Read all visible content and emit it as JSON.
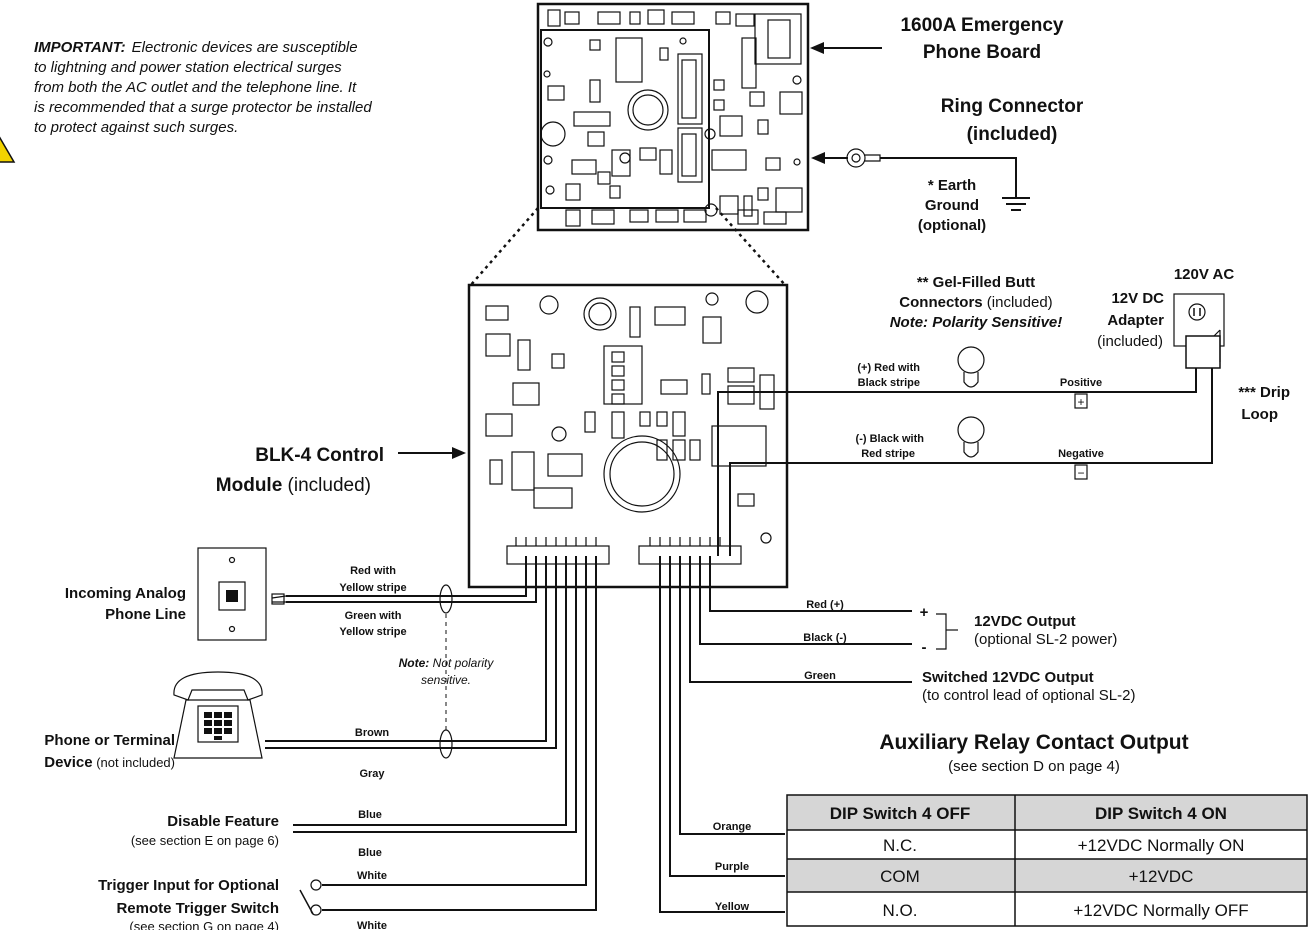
{
  "warning": {
    "label": "IMPORTANT:",
    "lines": [
      "Electronic devices are susceptible",
      "to lightning and power station electrical surges",
      "from both the AC outlet and the telephone line.  It",
      "is recommended that a surge protector be installed",
      "to protect against such surges."
    ]
  },
  "board_1600a": {
    "title_line1": "1600A Emergency",
    "title_line2": "Phone Board"
  },
  "ring_connector": {
    "line1": "Ring Connector",
    "line2": "(included)"
  },
  "earth_ground": {
    "line1": "* Earth",
    "line2": "Ground",
    "line3": "(optional)"
  },
  "blk4": {
    "title_line1": "BLK-4 Control",
    "title_line2": "Module",
    "suffix": " (included)"
  },
  "power": {
    "ac_label": "120V AC",
    "adapter_line1": "12V DC",
    "adapter_line2": "Adapter",
    "adapter_line3": "(included)",
    "drip_loop_line1": "*** Drip",
    "drip_loop_line2": "Loop",
    "gel_line1": "** Gel-Filled Butt",
    "gel_line2_bold": "Connectors",
    "gel_line2_rest": " (included)",
    "gel_line3": "Note: Polarity Sensitive!",
    "pos_wire_line1": "(+) Red with",
    "pos_wire_line2": "Black stripe",
    "neg_wire_line1": "(-) Black with",
    "neg_wire_line2": "Red stripe",
    "positive": "Positive",
    "negative": "Negative",
    "plus": "+",
    "minus": "−"
  },
  "phone_line": {
    "label_line1": "Incoming Analog",
    "label_line2": "Phone Line",
    "wire1_line1": "Red with",
    "wire1_line2": "Yellow stripe",
    "wire2_line1": "Green with",
    "wire2_line2": "Yellow stripe",
    "note_bold": "Note:",
    "note_rest": " Not polarity",
    "note_line2": "sensitive."
  },
  "terminal": {
    "label_line1": "Phone or Terminal",
    "label_line2_bold": "Device",
    "label_line2_rest": " (not included)",
    "wire1": "Brown",
    "wire2": "Gray"
  },
  "disable": {
    "label": "Disable Feature",
    "sub": "(see section E on page 6)",
    "wire1": "Blue",
    "wire2": "Blue"
  },
  "trigger": {
    "label_line1": "Trigger Input for Optional",
    "label_line2": "Remote Trigger Switch",
    "sub": "(see section G on page 4)",
    "wire1": "White",
    "wire2": "White"
  },
  "output12": {
    "red_wire": "Red (+)",
    "black_wire": "Black (-)",
    "plus": "+",
    "minus": "-",
    "title": "12VDC Output",
    "sub": "(optional SL-2 power)"
  },
  "switched": {
    "wire": "Green",
    "title": "Switched 12VDC Output",
    "sub": "(to control lead of optional SL-2)"
  },
  "aux": {
    "title": "Auxiliary Relay Contact Output",
    "sub": "(see section D on page 4)",
    "wires": [
      "Orange",
      "Purple",
      "Yellow"
    ],
    "headers": [
      "DIP Switch 4 OFF",
      "DIP Switch 4 ON"
    ],
    "rows": [
      [
        "N.C.",
        "+12VDC Normally ON"
      ],
      [
        "COM",
        "+12VDC"
      ],
      [
        "N.O.",
        "+12VDC Normally OFF"
      ]
    ]
  },
  "colors": {
    "table_header_bg": "#d6d6d6",
    "table_alt_bg": "#d6d6d6",
    "warning_fill": "#f2d300"
  }
}
